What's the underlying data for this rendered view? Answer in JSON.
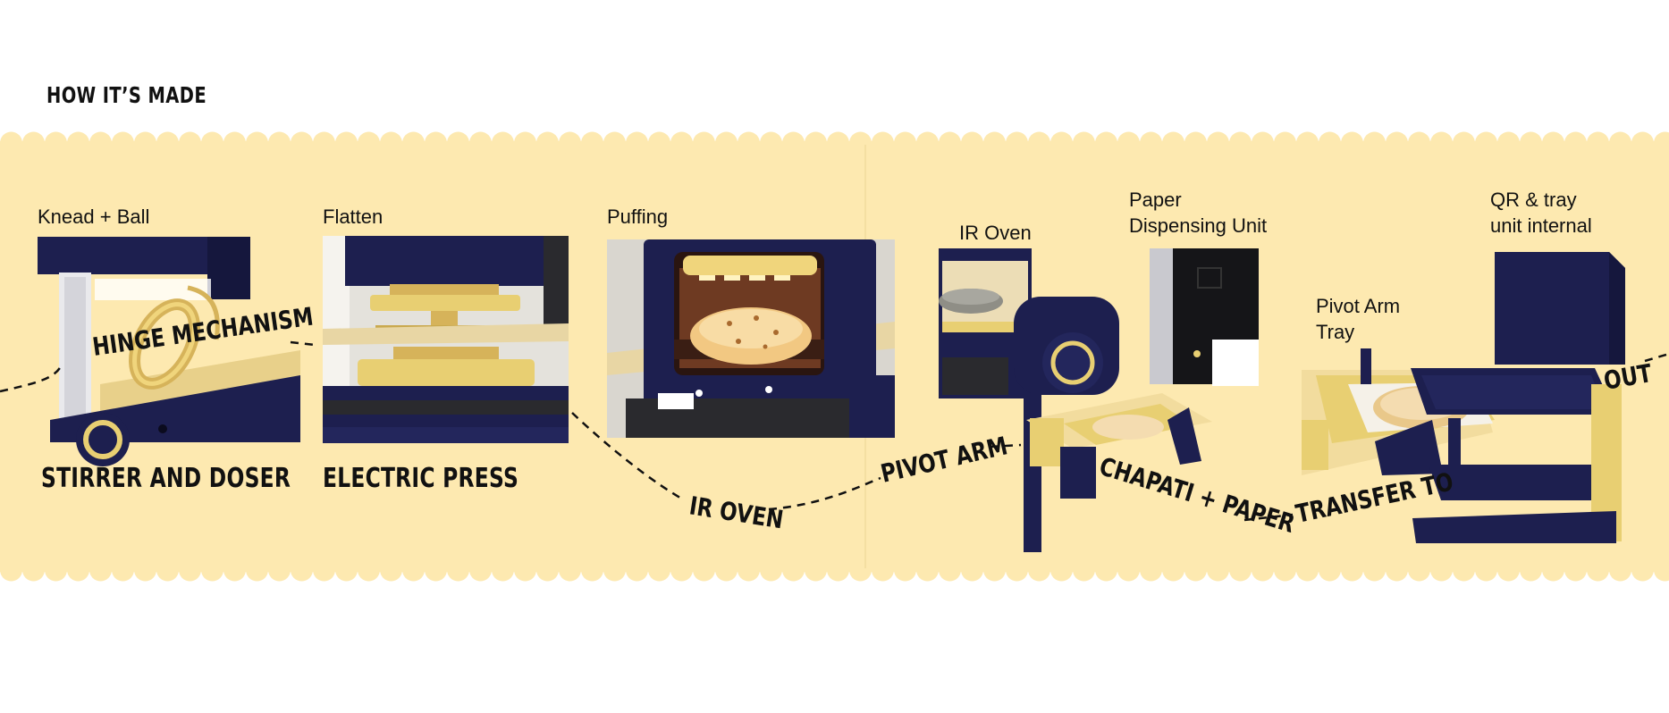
{
  "heading": "HOW IT’S MADE",
  "colors": {
    "strip": "#fde9b0",
    "navy": "#1d1f4f",
    "gold": "#e8cf72",
    "steel": "#2a2a2e"
  },
  "steps": [
    {
      "label": "Knead + Ball",
      "title": "STIRRER AND DOSER"
    },
    {
      "label": "Flatten",
      "title": "ELECTRIC PRESS"
    },
    {
      "label": "Puffing",
      "title": ""
    }
  ],
  "parts": {
    "ir_oven": "IR Oven",
    "paper_unit": "Paper\nDispensing Unit",
    "pivot_tray": "Pivot Arm\nTray",
    "qr_tray": "QR & tray\nunit internal"
  },
  "flow_labels": {
    "hinge": "HINGE MECHANISM",
    "ir_oven": "IR OVEN",
    "pivot_arm": "PIVOT ARM",
    "chapati_paper": "CHAPATI + PAPER",
    "transfer": "TRANSFER TO",
    "out": "OUT"
  }
}
